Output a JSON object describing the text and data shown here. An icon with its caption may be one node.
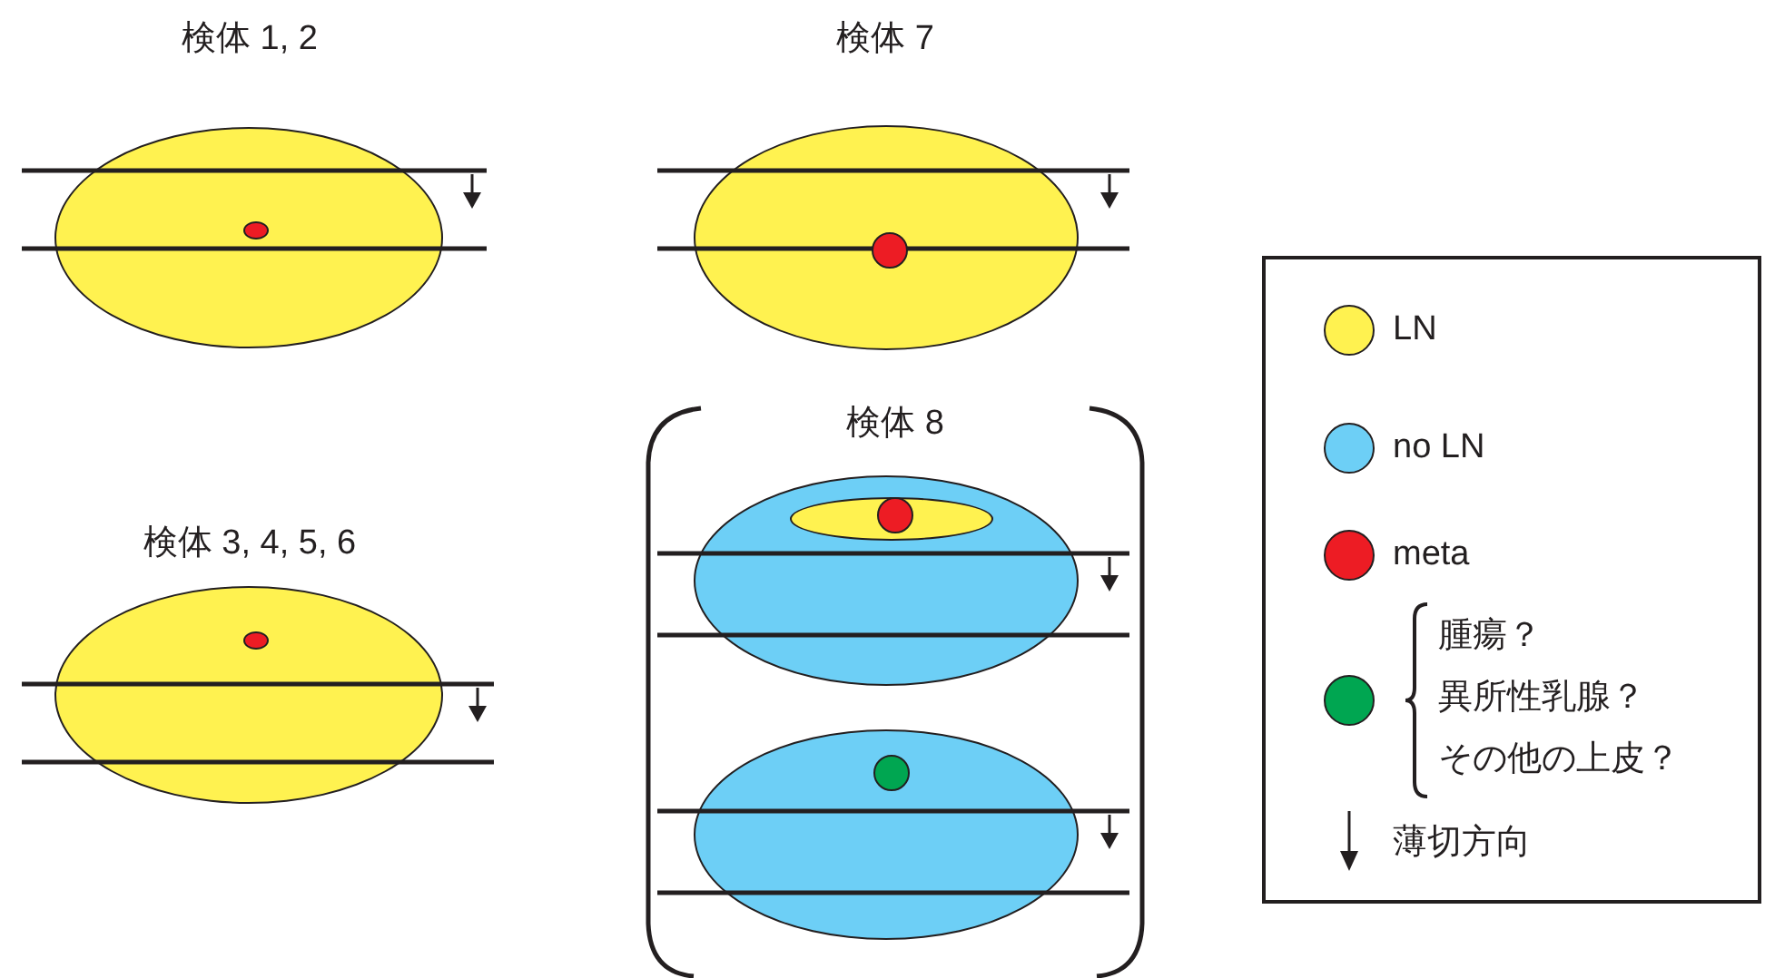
{
  "diagram": {
    "nodes": [
      {
        "text": [
          "検体 1, 2"
        ]
      },
      {
        "text": [],
        "shape": "circle",
        "in": 0
      },
      {
        "text": [
          "検体 7"
        ]
      },
      {
        "text": [],
        "shape": "circle",
        "in": 2
      },
      {
        "text": [
          "検体 3, 4, 5, 6"
        ]
      },
      {
        "text": [],
        "shape": "circle",
        "in": 4
      },
      {
        "text": [
          "検体 8"
        ]
      },
      {
        "text": [],
        "shape": "ellipse",
        "in": 6
      },
      {
        "text": [],
        "shape": "ellipse",
        "in": 7
      },
      {
        "text": [],
        "shape": "circle",
        "in": 8
      },
      {
        "text": [],
        "shape": "ellipse",
        "in": 6
      },
      {
        "text": [],
        "shape": "circle",
        "in": 10
      }
    ],
    "edges": [],
    "legend": [
      {
        "text": "LN",
        "color": "#fff250"
      },
      {
        "text": "no LN",
        "color": "#6dcff6"
      },
      {
        "text": "meta",
        "color": "#ed1c24"
      },
      {
        "text": "腫瘍？異所性乳腺？その他の上皮？",
        "color": "#00a651"
      },
      {
        "text": "薄切方向"
      }
    ]
  }
}
